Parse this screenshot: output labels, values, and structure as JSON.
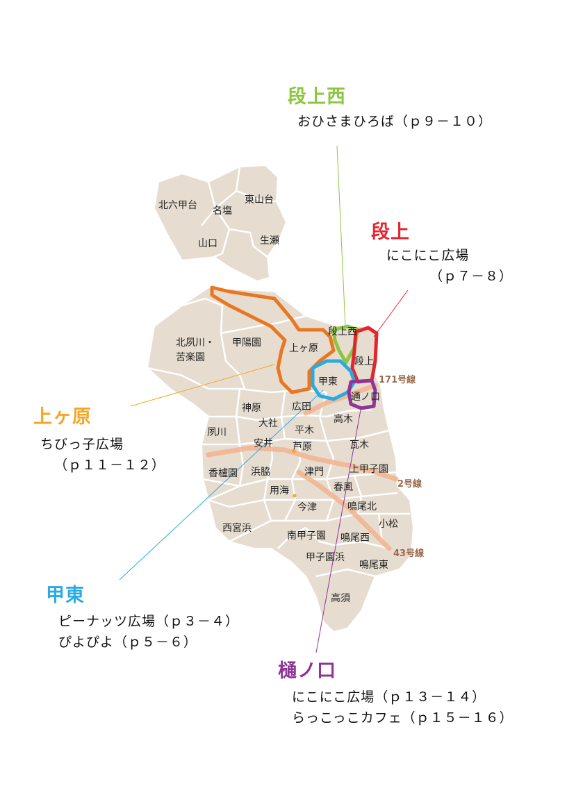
{
  "colors": {
    "land": "#e6ddd0",
    "border": "#ffffff",
    "road": "#f2b38f",
    "uegahara": "#f5a623",
    "uegahara_outline": "#e87722",
    "dangamenishi": "#8cc63e",
    "dangame": "#e2262f",
    "koto": "#29abe2",
    "hinokuchi": "#8e3596"
  },
  "districts": {
    "kitarokkodai": "北六甲台",
    "nashio": "名塩",
    "higashiyamadai": "東山台",
    "yamaguchi": "山口",
    "namaze": "生瀬",
    "kitashukugawa": "北夙川・",
    "kurakuen": "苦楽園",
    "koyoen": "甲陽園",
    "uegahara": "上ヶ原",
    "dangamenishi": "段上西",
    "dangame": "段上",
    "koto": "甲東",
    "hinokuchi": "通ノ口",
    "jinbara": "神原",
    "hirota": "広田",
    "oyashiro": "大社",
    "shukugawa": "夙川",
    "yasui": "安井",
    "hiragi": "平木",
    "ashihara": "芦原",
    "takagi": "高木",
    "kawaragi": "瓦木",
    "kaminokuchien": "香櫨園",
    "hamawaki": "浜脇",
    "tsuto": "津門",
    "kamikoshien": "上甲子園",
    "harukaze": "春風",
    "yoka": "用海",
    "imazu": "今津",
    "naruokita": "鳴尾北",
    "komatsu": "小松",
    "nishinomiyahama": "西宮浜",
    "minamikoshien": "南甲子園",
    "naruonishi": "鳴尾西",
    "koshienhama": "甲子園浜",
    "naruohigashi": "鳴尾東",
    "takasu": "高須"
  },
  "roads": {
    "r171": "171号線",
    "r2": "2号線",
    "r43": "43号線"
  },
  "callouts": {
    "dangamenishi": {
      "title": "段上西",
      "line1": "おひさまひろば（ｐ９－１０）"
    },
    "dangame": {
      "title": "段上",
      "line1": "にこにこ広場",
      "line2": "（ｐ７－８）"
    },
    "uegahara": {
      "title": "上ヶ原",
      "line1": "ちびっ子広場",
      "line2": "（ｐ１１－１２）"
    },
    "koto": {
      "title": "甲東",
      "line1": "ピーナッツ広場（ｐ３－４）",
      "line2": "ぴよぴよ（ｐ５－６）"
    },
    "hinokuchi": {
      "title": "樋ノ口",
      "line1": "にこにこ広場（ｐ１３－１４）",
      "line2": "らっこっこカフェ（ｐ１５－１６）"
    }
  }
}
